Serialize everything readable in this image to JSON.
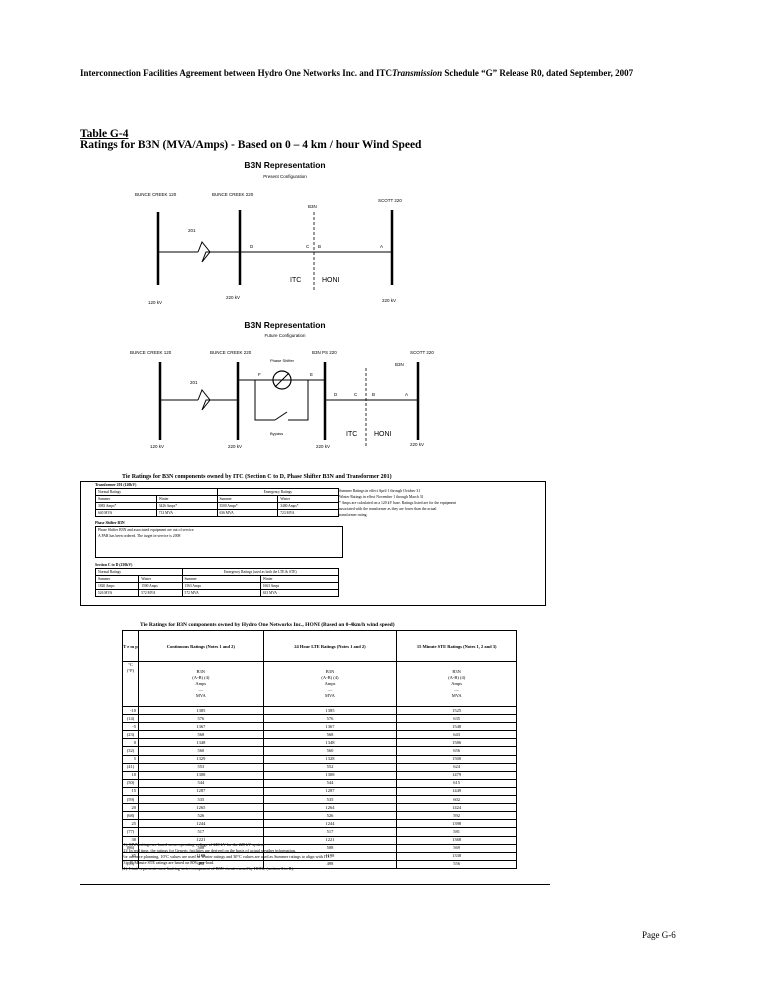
{
  "header": {
    "text_a": "Interconnection Facilities Agreement between Hydro One Networks Inc. and ITC",
    "text_italic": "Transmission",
    "text_b": " Schedule “G” Release R0, dated September, 2007"
  },
  "table_title": {
    "number": "Table G-4",
    "caption": "Ratings for B3N (MVA/Amps) -   Based on 0 – 4 km / hour Wind Speed"
  },
  "diagram1": {
    "title": "B3N Representation",
    "subtitle": "Present Configuration",
    "buses": [
      "BUNCE CREEK 120",
      "BUNCE CREEK 220",
      "SCOTT 220"
    ],
    "line": "B3N",
    "circuit": "201",
    "points": [
      "D",
      "C",
      "B",
      "A"
    ],
    "owners": [
      "ITC",
      "HONI"
    ],
    "voltages": [
      "120 kV",
      "220 kV",
      "220 kV"
    ]
  },
  "diagram2": {
    "title": "B3N Representation",
    "subtitle": "Future Configuration",
    "buses": [
      "BUNCE CREEK 120",
      "BUNCE CREEK 220",
      "B3N PS 220",
      "SCOTT 220"
    ],
    "line": "B3N",
    "circuit": "201",
    "points": [
      "F",
      "E",
      "D",
      "C",
      "B",
      "A"
    ],
    "phase_shifter": "Phase Shifter",
    "bypass": "Bypass",
    "owners": [
      "ITC",
      "HONI"
    ],
    "voltages": [
      "120 kV",
      "220 kV",
      "220 kV",
      "220 kV"
    ]
  },
  "itc": {
    "title": "Tie Ratings for B3N components owned by ITC (Section C to D, Phase Shifter B3N and Transformer 201)",
    "transformer_label": "Transformer 201 (120kV)",
    "normal_label": "Normal Ratings",
    "emergency_label": "Emergency Ratings",
    "cols": [
      "Summer",
      "Winter",
      "Summer",
      "Winter"
    ],
    "amps": [
      "3083 Amps*",
      "3426 Amps*",
      "3500 Amps*",
      "3480 Amps*"
    ],
    "mva": [
      "640 MVA",
      "713 MVA",
      "636 MVA",
      "723 MVA"
    ],
    "notes": [
      "Summer Ratings in effect April 1 through October 31",
      "Winter Ratings in effect November 1 through March 31",
      "* Amps are calculated on a 120 kV base. Ratings listed are for the equipment",
      "associated with the transformer as they are lower than the actual",
      "transformer rating."
    ],
    "ps_label": "Phase Shifter B3N",
    "ps_text": [
      "Phase Shifter B3N and associated equipment are out of service.",
      "A PAR has been ordered. The target in-service is 2008"
    ],
    "sec_label": "Section C to D (230kV)",
    "sec_normal": "Normal Ratings",
    "sec_emergency": "Emergency Ratings (used as both the LTE & STE)",
    "sec_cols": [
      "Summer",
      "Winter",
      "Summer",
      "Winter"
    ],
    "sec_amps": [
      "1820 Amps",
      "1500 Amps",
      "1563 Amps",
      "1663 Amps"
    ],
    "sec_mva": [
      "526 MVA",
      "572 MVA",
      "572 MVA",
      "633 MVA"
    ]
  },
  "honi": {
    "title": "Tie Ratings for B3N components owned by Hydro One Networks Inc., HONI (Based on 0-4km/h wind speed)",
    "temp_head": "T e m p",
    "col_heads": [
      "Continuous Ratings (Notes 1 and 2)",
      "24 Hour LTE Ratings (Notes 1 and 2)",
      "15 Minute STE Ratings (Notes 1, 2 and 3)"
    ],
    "unit_c": "°C",
    "unit_f": "(°F)",
    "sub": {
      "b3n": "B3N",
      "ab": "(A-B) (4)",
      "amps": "Amps",
      "sep": "—",
      "mva": "MVA"
    },
    "rows": [
      {
        "c": "-10",
        "f": "(14)",
        "a1": "1385",
        "m1": "576",
        "a2": "1385",
        "m2": "576",
        "a3": "1525",
        "m3": "635"
      },
      {
        "c": "-5",
        "f": "(23)",
        "a1": "1367",
        "m1": "568",
        "a2": "1367",
        "m2": "568",
        "a3": "1548",
        "m3": "643"
      },
      {
        "c": "0",
        "f": "(32)",
        "a1": "1348",
        "m1": "560",
        "a2": "1348",
        "m2": "560",
        "a3": "1586",
        "m3": "656"
      },
      {
        "c": "5",
        "f": "(41)",
        "a1": "1329",
        "m1": "553",
        "a2": "1328",
        "m2": "552",
        "a3": "1500",
        "m3": "624"
      },
      {
        "c": "10",
        "f": "(50)",
        "a1": "1308",
        "m1": "544",
        "a2": "1308",
        "m2": "544",
        "a3": "1479",
        "m3": "615"
      },
      {
        "c": "15",
        "f": "(59)",
        "a1": "1287",
        "m1": "535",
        "a2": "1287",
        "m2": "535",
        "a3": "1449",
        "m3": "602"
      },
      {
        "c": "20",
        "f": "(68)",
        "a1": "1265",
        "m1": "526",
        "a2": "1264",
        "m2": "526",
        "a3": "1424",
        "m3": "592"
      },
      {
        "c": "25",
        "f": "(77)",
        "a1": "1244",
        "m1": "517",
        "a2": "1244",
        "m2": "517",
        "a3": "1398",
        "m3": "581"
      },
      {
        "c": "30",
        "f": "(86)",
        "a1": "1221",
        "m1": "508",
        "a2": "1221",
        "m2": "508",
        "a3": "1368",
        "m3": "569"
      },
      {
        "c": "35",
        "f": "(95)",
        "a1": "1198",
        "m1": "498",
        "a2": "1198",
        "m2": "498",
        "a3": "1338",
        "m3": "556"
      }
    ]
  },
  "footnotes": [
    "(1):   MVA ratings are based on an operating voltage of 240 kV for the 220 kV system.",
    "(2):   In real time, the ratings for Generic facilities are derived on the basis of actual weather information.",
    "          For advance planning, 10°C values are used as Winter ratings and 30°C values are used as Summer ratings to align with ITC.",
    "(3):   15 Minute STE ratings are based on 80% pre-load.",
    "(4):   Limit represents most limiting series component of B3N circuit owned by HONI, (section A to B)."
  ],
  "page_number": "Page G-6"
}
